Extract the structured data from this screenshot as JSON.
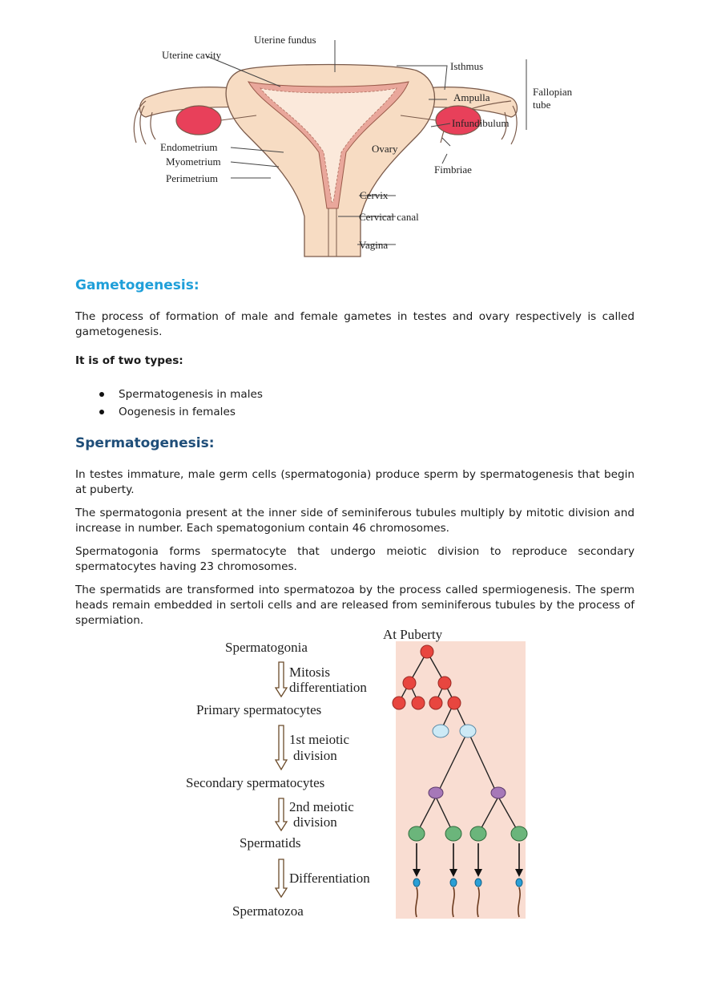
{
  "uterus_diagram": {
    "labels": {
      "uterine_fundus": "Uterine fundus",
      "uterine_cavity": "Uterine cavity",
      "isthmus": "Isthmus",
      "ampulla": "Ampulla",
      "fallopian_tube": [
        "Fallopian",
        "tube"
      ],
      "infundibulum": "Infundibulum",
      "endometrium": "Endometrium",
      "myometrium": "Myometrium",
      "perimetrium": "Perimetrium",
      "ovary": "Ovary",
      "fimbriae": "Fimbriae",
      "cervix": "Cervix",
      "cervical_canal": "Cervical canal",
      "vagina": "Vagina"
    },
    "colors": {
      "tissue": "#f7dcc3",
      "lining": "#e9a79b",
      "ovary": "#e8405a",
      "outline": "#7a5a4a"
    }
  },
  "gametogenesis": {
    "heading": "Gametogenesis:",
    "definition": "The process of formation of male and female gametes in testes and ovary respectively is called gametogenesis.",
    "types_intro": "It is of two types:",
    "types": [
      "Spermatogenesis in males",
      "Oogenesis in females"
    ]
  },
  "spermatogenesis": {
    "heading": "Spermatogenesis:",
    "paragraphs": [
      "In testes immature, male germ cells (spermatogonia) produce sperm by spermatogenesis that begin at puberty.",
      "The spermatogonia present at the inner side of seminiferous tubules multiply by mitotic division and increase in number. Each spematogonium contain 46 chromosomes.",
      "Spermatogonia forms spermatocyte that undergo meiotic division to reproduce secondary spermatocytes having 23 chromosomes.",
      "The spermatids are transformed into spermatozoa by the process called spermiogenesis. The sperm heads remain embedded in sertoli cells and are released from seminiferous tubules by the process of spermiation."
    ]
  },
  "spermatogenesis_diagram": {
    "header": "At Puberty",
    "stages": [
      "Spermatogonia",
      "Primary spermatocytes",
      "Secondary spermatocytes",
      "Spermatids",
      "Spermatozoa"
    ],
    "processes": [
      [
        "Mitosis",
        "differentiation"
      ],
      [
        "1st meiotic",
        "division"
      ],
      [
        "2nd meiotic",
        "division"
      ],
      [
        "Differentiation"
      ]
    ],
    "colors": {
      "panel": "#f9ddd2",
      "spermatogonia": "#e8463f",
      "primary": "#cdeaf6",
      "secondary": "#a678b8",
      "spermatid": "#6bb57b",
      "sperm_head": "#2a9fd6"
    }
  }
}
